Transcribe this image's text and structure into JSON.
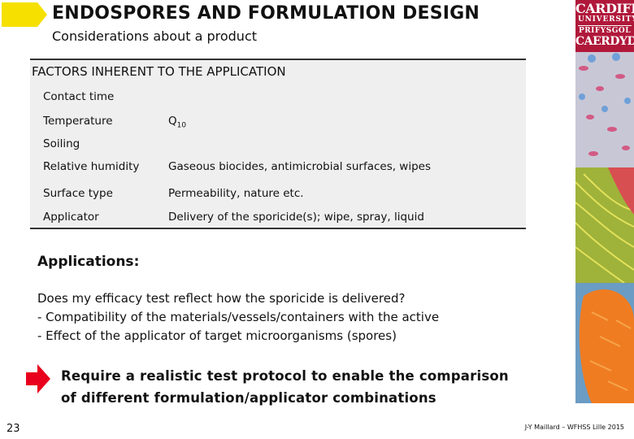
{
  "slide": {
    "title": "ENDOSPORES AND FORMULATION DESIGN",
    "subtitle": "Considerations about a product",
    "accent_yellow": "#f5e000",
    "accent_red": "#e8001c"
  },
  "logo": {
    "line1": "CARDIFF",
    "line2": "UNIVERSITY",
    "line3": "PRIFYSGOL",
    "line4": "CAERDYD",
    "color": "#b0183a"
  },
  "factors": {
    "heading": "FACTORS INHERENT TO THE APPLICATION",
    "rows": [
      {
        "label": "Contact time",
        "value": ""
      },
      {
        "label": "Temperature",
        "value": "Q",
        "value_sub": "10"
      },
      {
        "label": "Soiling",
        "value": ""
      },
      {
        "label": "Relative humidity",
        "value": "Gaseous biocides, antimicrobial surfaces, wipes"
      },
      {
        "label": "Surface type",
        "value": "Permeability, nature etc."
      },
      {
        "label": "Applicator",
        "value": "Delivery of the sporicide(s); wipe, spray, liquid"
      }
    ]
  },
  "applications": {
    "heading": "Applications",
    "question": "Does my efficacy test reflect how the sporicide is delivered?",
    "bullets": [
      "-  Compatibility of the materials/vessels/containers with the active",
      "-  Effect of the applicator of target microorganisms (spores)"
    ]
  },
  "conclusion": {
    "line1": "Require a realistic test protocol to enable the comparison",
    "line2": "of different formulation/applicator combinations"
  },
  "footer": {
    "page_number": "23",
    "credit": "J-Y Maillard – WFHSS Lille 2015"
  }
}
